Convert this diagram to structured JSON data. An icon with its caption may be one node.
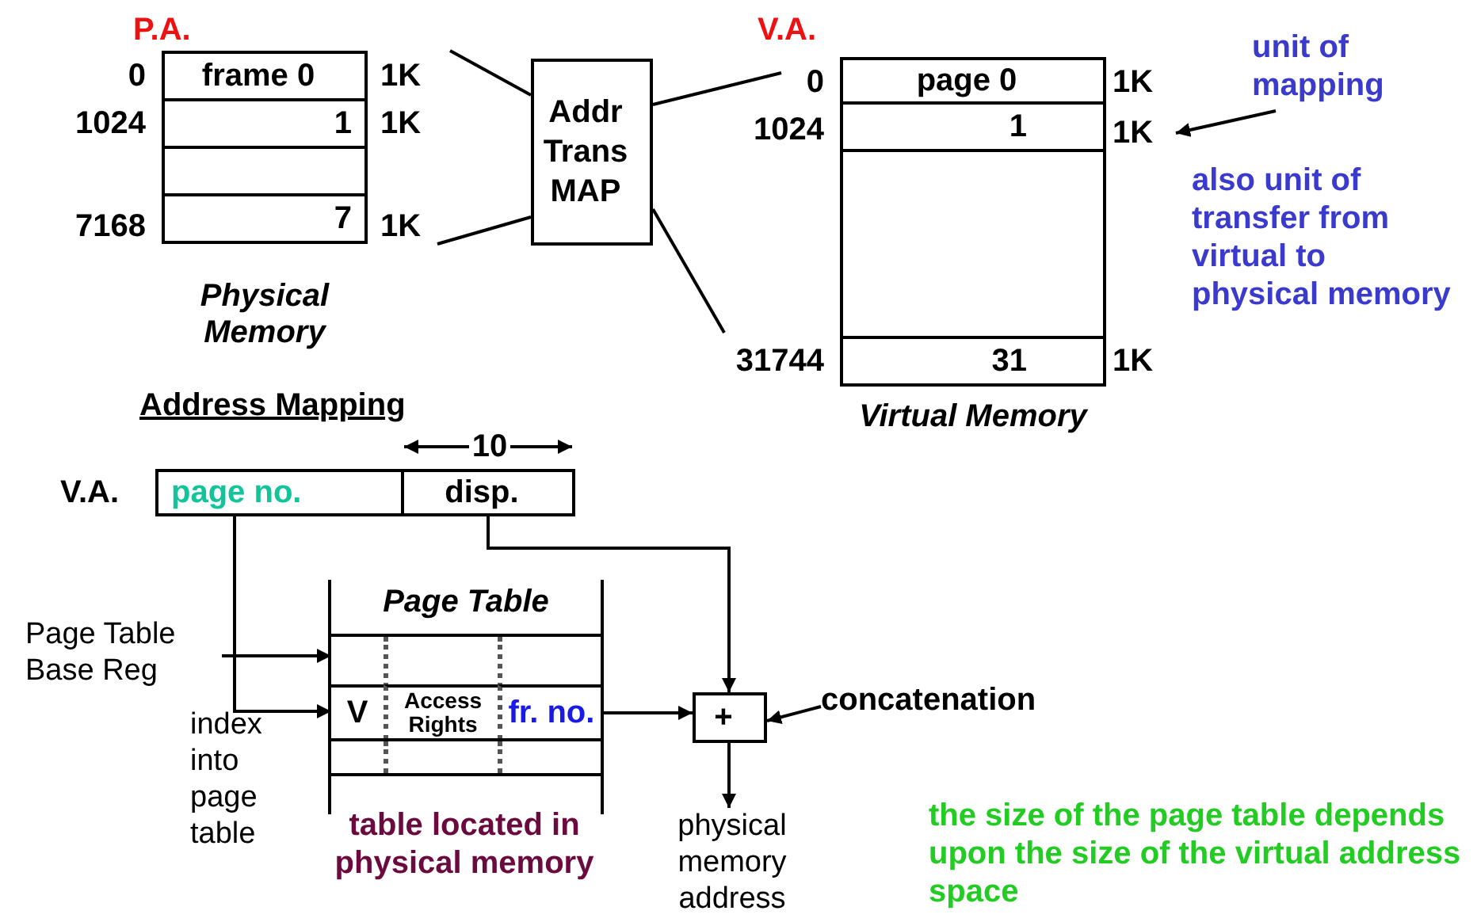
{
  "diagram": {
    "nodes": [
      {
        "text": [
          "Physical Memory"
        ],
        "beside": [
          "P.A."
        ]
      },
      {
        "text": [
          "frame 0"
        ],
        "in": 0,
        "beside": [
          "0",
          "1K"
        ]
      },
      {
        "text": [
          "1"
        ],
        "in": 0,
        "beside": [
          "1024",
          "1K"
        ]
      },
      {
        "text": [],
        "shape": "box",
        "in": 0
      },
      {
        "text": [
          "7"
        ],
        "in": 0,
        "beside": [
          "7168",
          "1K"
        ]
      },
      {
        "text": [
          "Addr Trans MAP"
        ]
      },
      {
        "text": [
          "Virtual Memory"
        ],
        "beside": [
          "V.A."
        ]
      },
      {
        "text": [
          "page 0"
        ],
        "in": 6,
        "beside": [
          "0",
          "1K"
        ]
      },
      {
        "text": [
          "1"
        ],
        "in": 6,
        "beside": [
          "1024",
          "1K"
        ]
      },
      {
        "text": [],
        "shape": "box",
        "in": 6
      },
      {
        "text": [
          "31"
        ],
        "in": 6,
        "beside": [
          "31744",
          "1K"
        ]
      },
      {
        "text": [
          "unit of mapping"
        ]
      },
      {
        "text": [
          "page no."
        ],
        "beside": [
          "V.A."
        ]
      },
      {
        "text": [
          "disp."
        ]
      },
      {
        "text": [
          "Page Table"
        ],
        "beside": [
          "table located in physical memory"
        ]
      },
      {
        "text": [],
        "shape": "box",
        "in": 14
      },
      {
        "text": [
          "V"
        ],
        "in": 14
      },
      {
        "text": [
          "Access Rights"
        ],
        "in": 14
      },
      {
        "text": [
          "fr. no."
        ],
        "in": 14
      },
      {
        "text": [],
        "shape": "box",
        "in": 14
      },
      {
        "text": [
          "Page Table Base Reg"
        ]
      },
      {
        "text": [
          "+"
        ]
      },
      {
        "text": [
          "physical memory address"
        ]
      },
      {
        "text": [
          "concatenation"
        ]
      }
    ],
    "edges": [
      {
        "from": 5,
        "to": null,
        "arrow": "none"
      },
      {
        "from": 5,
        "to": 4,
        "arrow": "none"
      },
      {
        "from": 5,
        "to": 6,
        "arrow": "none"
      },
      {
        "from": 5,
        "to": null,
        "arrow": "none"
      },
      {
        "from": 11,
        "to": 8,
        "arrow": "to"
      },
      {
        "from": 12,
        "to": 16,
        "arrow": "to"
      },
      {
        "from": 20,
        "to": 15,
        "arrow": "to"
      },
      {
        "from": 13,
        "to": 21,
        "arrow": "to"
      },
      {
        "from": 18,
        "to": 21,
        "arrow": "to"
      },
      {
        "from": 23,
        "to": 21,
        "arrow": "to"
      },
      {
        "from": 21,
        "to": 22,
        "arrow": "to"
      }
    ],
    "labels": [
      "also unit of transfer from virtual to physical memory",
      "Address Mapping",
      "10",
      "index into page table",
      "the size of the page table depends upon the size of the virtual address space"
    ]
  }
}
